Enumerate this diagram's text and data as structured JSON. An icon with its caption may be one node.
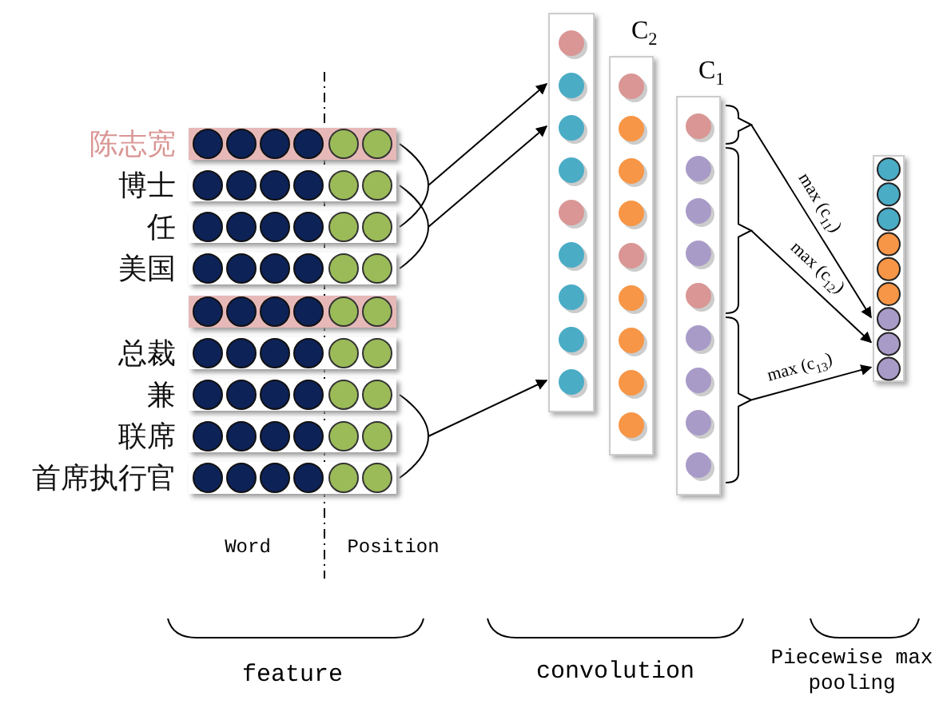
{
  "diagram": {
    "nodes": [
      {
        "text": [
          "陈志宽"
        ]
      },
      {
        "text": [
          "博士"
        ]
      },
      {
        "text": [
          "任"
        ]
      },
      {
        "text": [
          "美国"
        ]
      },
      {
        "text": [],
        "shape": "bar"
      },
      {
        "text": [
          "总裁"
        ]
      },
      {
        "text": [
          "兼"
        ]
      },
      {
        "text": [
          "联席"
        ]
      },
      {
        "text": [
          "首席执行官"
        ]
      },
      {
        "text": [],
        "shape": "bar"
      },
      {
        "text": [
          "C$_{2}$"
        ]
      },
      {
        "text": [
          "C$_{1}$"
        ]
      },
      {
        "text": [],
        "shape": "bar"
      }
    ],
    "edges": [
      {
        "from": 0,
        "to": 9,
        "arrow": "to"
      },
      {
        "from": 2,
        "to": 9,
        "arrow": "to"
      },
      {
        "from": 1,
        "to": 9,
        "arrow": "to"
      },
      {
        "from": 3,
        "to": 9,
        "arrow": "to"
      },
      {
        "from": 6,
        "to": 9,
        "arrow": "to"
      },
      {
        "from": 8,
        "to": 9,
        "arrow": "to"
      },
      {
        "from": 11,
        "to": 12,
        "arrow": "to",
        "label": "max (c$_{11}$)"
      },
      {
        "from": 11,
        "to": 12,
        "arrow": "to",
        "label": "max (c$_{12}$)"
      },
      {
        "from": 11,
        "to": 12,
        "arrow": "to",
        "label": "max (c$_{13}$)"
      }
    ],
    "labels": [
      "Word",
      "Position",
      "feature",
      "convolution",
      "Piecewise max pooling"
    ]
  }
}
